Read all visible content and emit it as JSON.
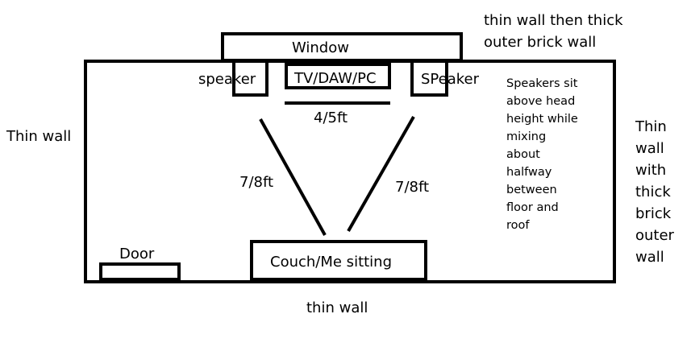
{
  "labels": {
    "window": "Window",
    "speaker_left": "speaker",
    "speaker_right": "SPeaker",
    "tv": "TV/DAW/PC",
    "tv_distance": "4/5ft",
    "left_distance": "7/8ft",
    "right_distance": "7/8ft",
    "couch": "Couch/Me sitting",
    "door": "Door",
    "bottom_wall": "thin wall",
    "left_wall": "Thin wall"
  },
  "top_note": [
    "thin wall then thick",
    "outer brick wall"
  ],
  "speaker_note": [
    "Speakers sit",
    "above head",
    "height while",
    "mixing",
    "about",
    "halfway",
    "between",
    "floor and",
    "roof"
  ],
  "right_wall_note": [
    "Thin",
    "wall",
    "with",
    "thick",
    "brick",
    "outer",
    "wall"
  ]
}
